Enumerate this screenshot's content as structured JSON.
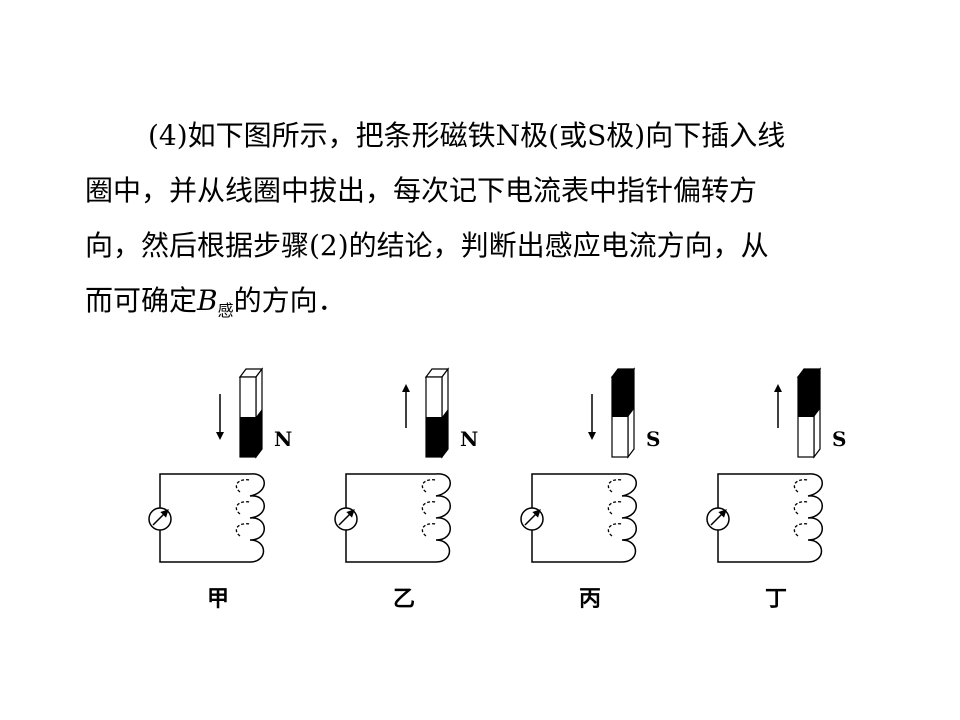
{
  "paragraph": {
    "line1": "(4)如下图所示，把条形磁铁N极(或S极)向下插入线",
    "line2": "圈中，并从线圈中拔出，每次记下电流表中指针偏转方",
    "line3": "向，然后根据步骤(2)的结论，判断出感应电流方向，从",
    "line4_pre": "而可确定",
    "line4_B": "B",
    "line4_sub": "感",
    "line4_post": "的方向．"
  },
  "panels": [
    {
      "label": "甲",
      "pole": "N",
      "motion": "down",
      "dark_part": "bottom"
    },
    {
      "label": "乙",
      "pole": "N",
      "motion": "up",
      "dark_part": "bottom"
    },
    {
      "label": "丙",
      "pole": "S",
      "motion": "down",
      "dark_part": "top"
    },
    {
      "label": "丁",
      "pole": "S",
      "motion": "up",
      "dark_part": "top"
    }
  ]
}
